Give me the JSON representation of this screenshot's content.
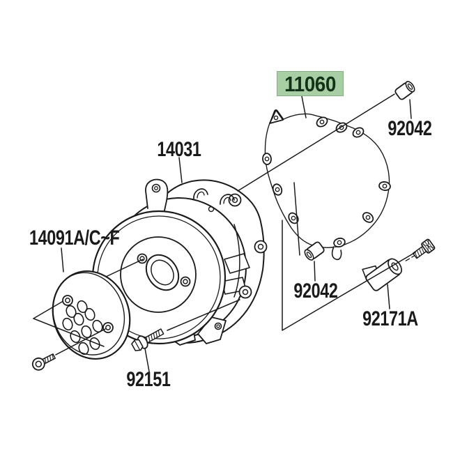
{
  "colors": {
    "bg": "#ffffff",
    "ink": "#1a1a1a",
    "highlight_bg": "#a8cfa3",
    "highlight_border": "#85ae85",
    "highlight_text": "#143218"
  },
  "parts": {
    "gasket": {
      "number": "11060",
      "highlighted": true
    },
    "dowel_pin_upper": {
      "number": "92042"
    },
    "generator_cover": {
      "number": "14031"
    },
    "outer_cover": {
      "number": "14091A/C~F"
    },
    "dowel_pin_lower": {
      "number": "92042"
    },
    "grommet_holder": {
      "number": "92171A"
    },
    "flanged_bolt": {
      "number": "92151"
    }
  }
}
